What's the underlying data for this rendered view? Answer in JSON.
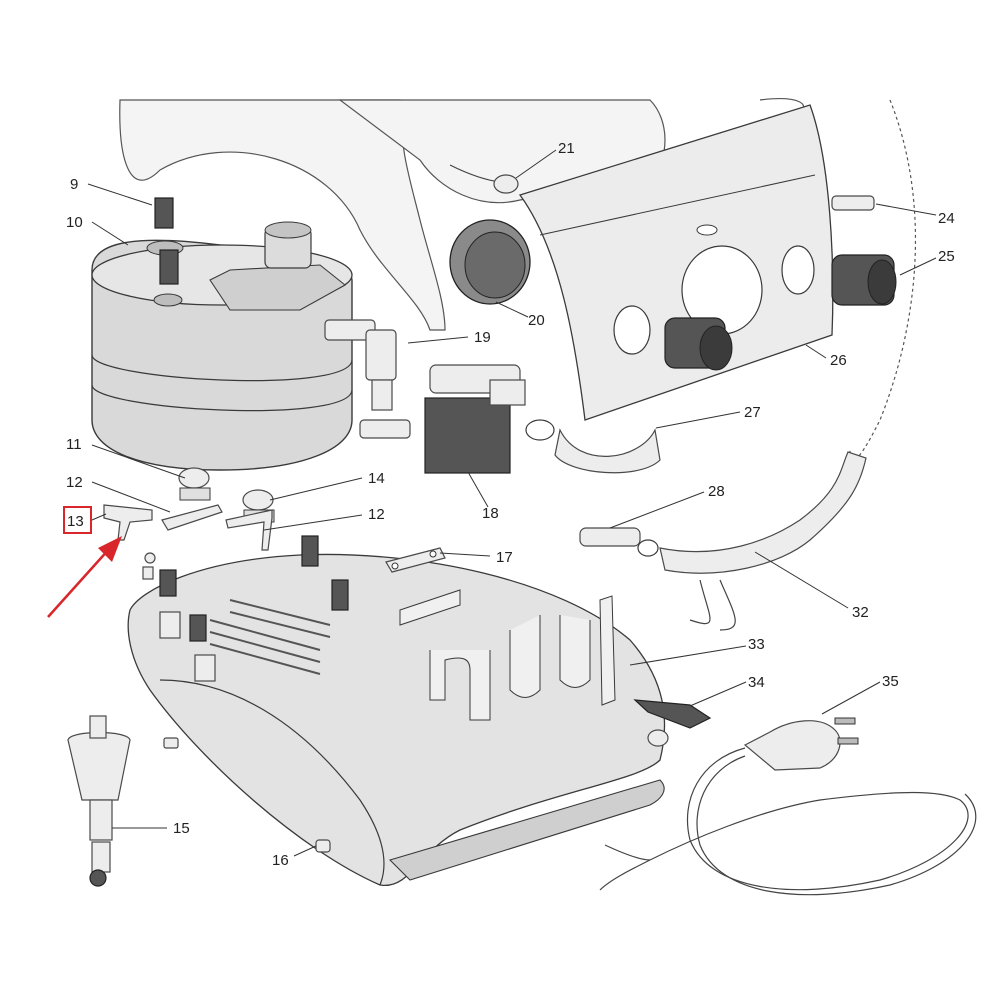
{
  "diagram": {
    "callouts": [
      {
        "id": "9",
        "label": "9"
      },
      {
        "id": "10",
        "label": "10"
      },
      {
        "id": "11",
        "label": "11"
      },
      {
        "id": "12a",
        "label": "12"
      },
      {
        "id": "12b",
        "label": "12"
      },
      {
        "id": "13",
        "label": "13"
      },
      {
        "id": "14",
        "label": "14"
      },
      {
        "id": "15",
        "label": "15"
      },
      {
        "id": "16",
        "label": "16"
      },
      {
        "id": "17",
        "label": "17"
      },
      {
        "id": "18",
        "label": "18"
      },
      {
        "id": "19",
        "label": "19"
      },
      {
        "id": "20",
        "label": "20"
      },
      {
        "id": "21",
        "label": "21"
      },
      {
        "id": "24",
        "label": "24"
      },
      {
        "id": "25",
        "label": "25"
      },
      {
        "id": "26",
        "label": "26"
      },
      {
        "id": "27",
        "label": "27"
      },
      {
        "id": "28",
        "label": "28"
      },
      {
        "id": "32",
        "label": "32"
      },
      {
        "id": "33",
        "label": "33"
      },
      {
        "id": "34",
        "label": "34"
      },
      {
        "id": "35",
        "label": "35"
      }
    ],
    "highlight": {
      "callout": "13",
      "color": "#d9262a"
    },
    "colors": {
      "line": "#333333",
      "part_fill": "#d9d9d9",
      "dark_part": "#555555"
    }
  }
}
